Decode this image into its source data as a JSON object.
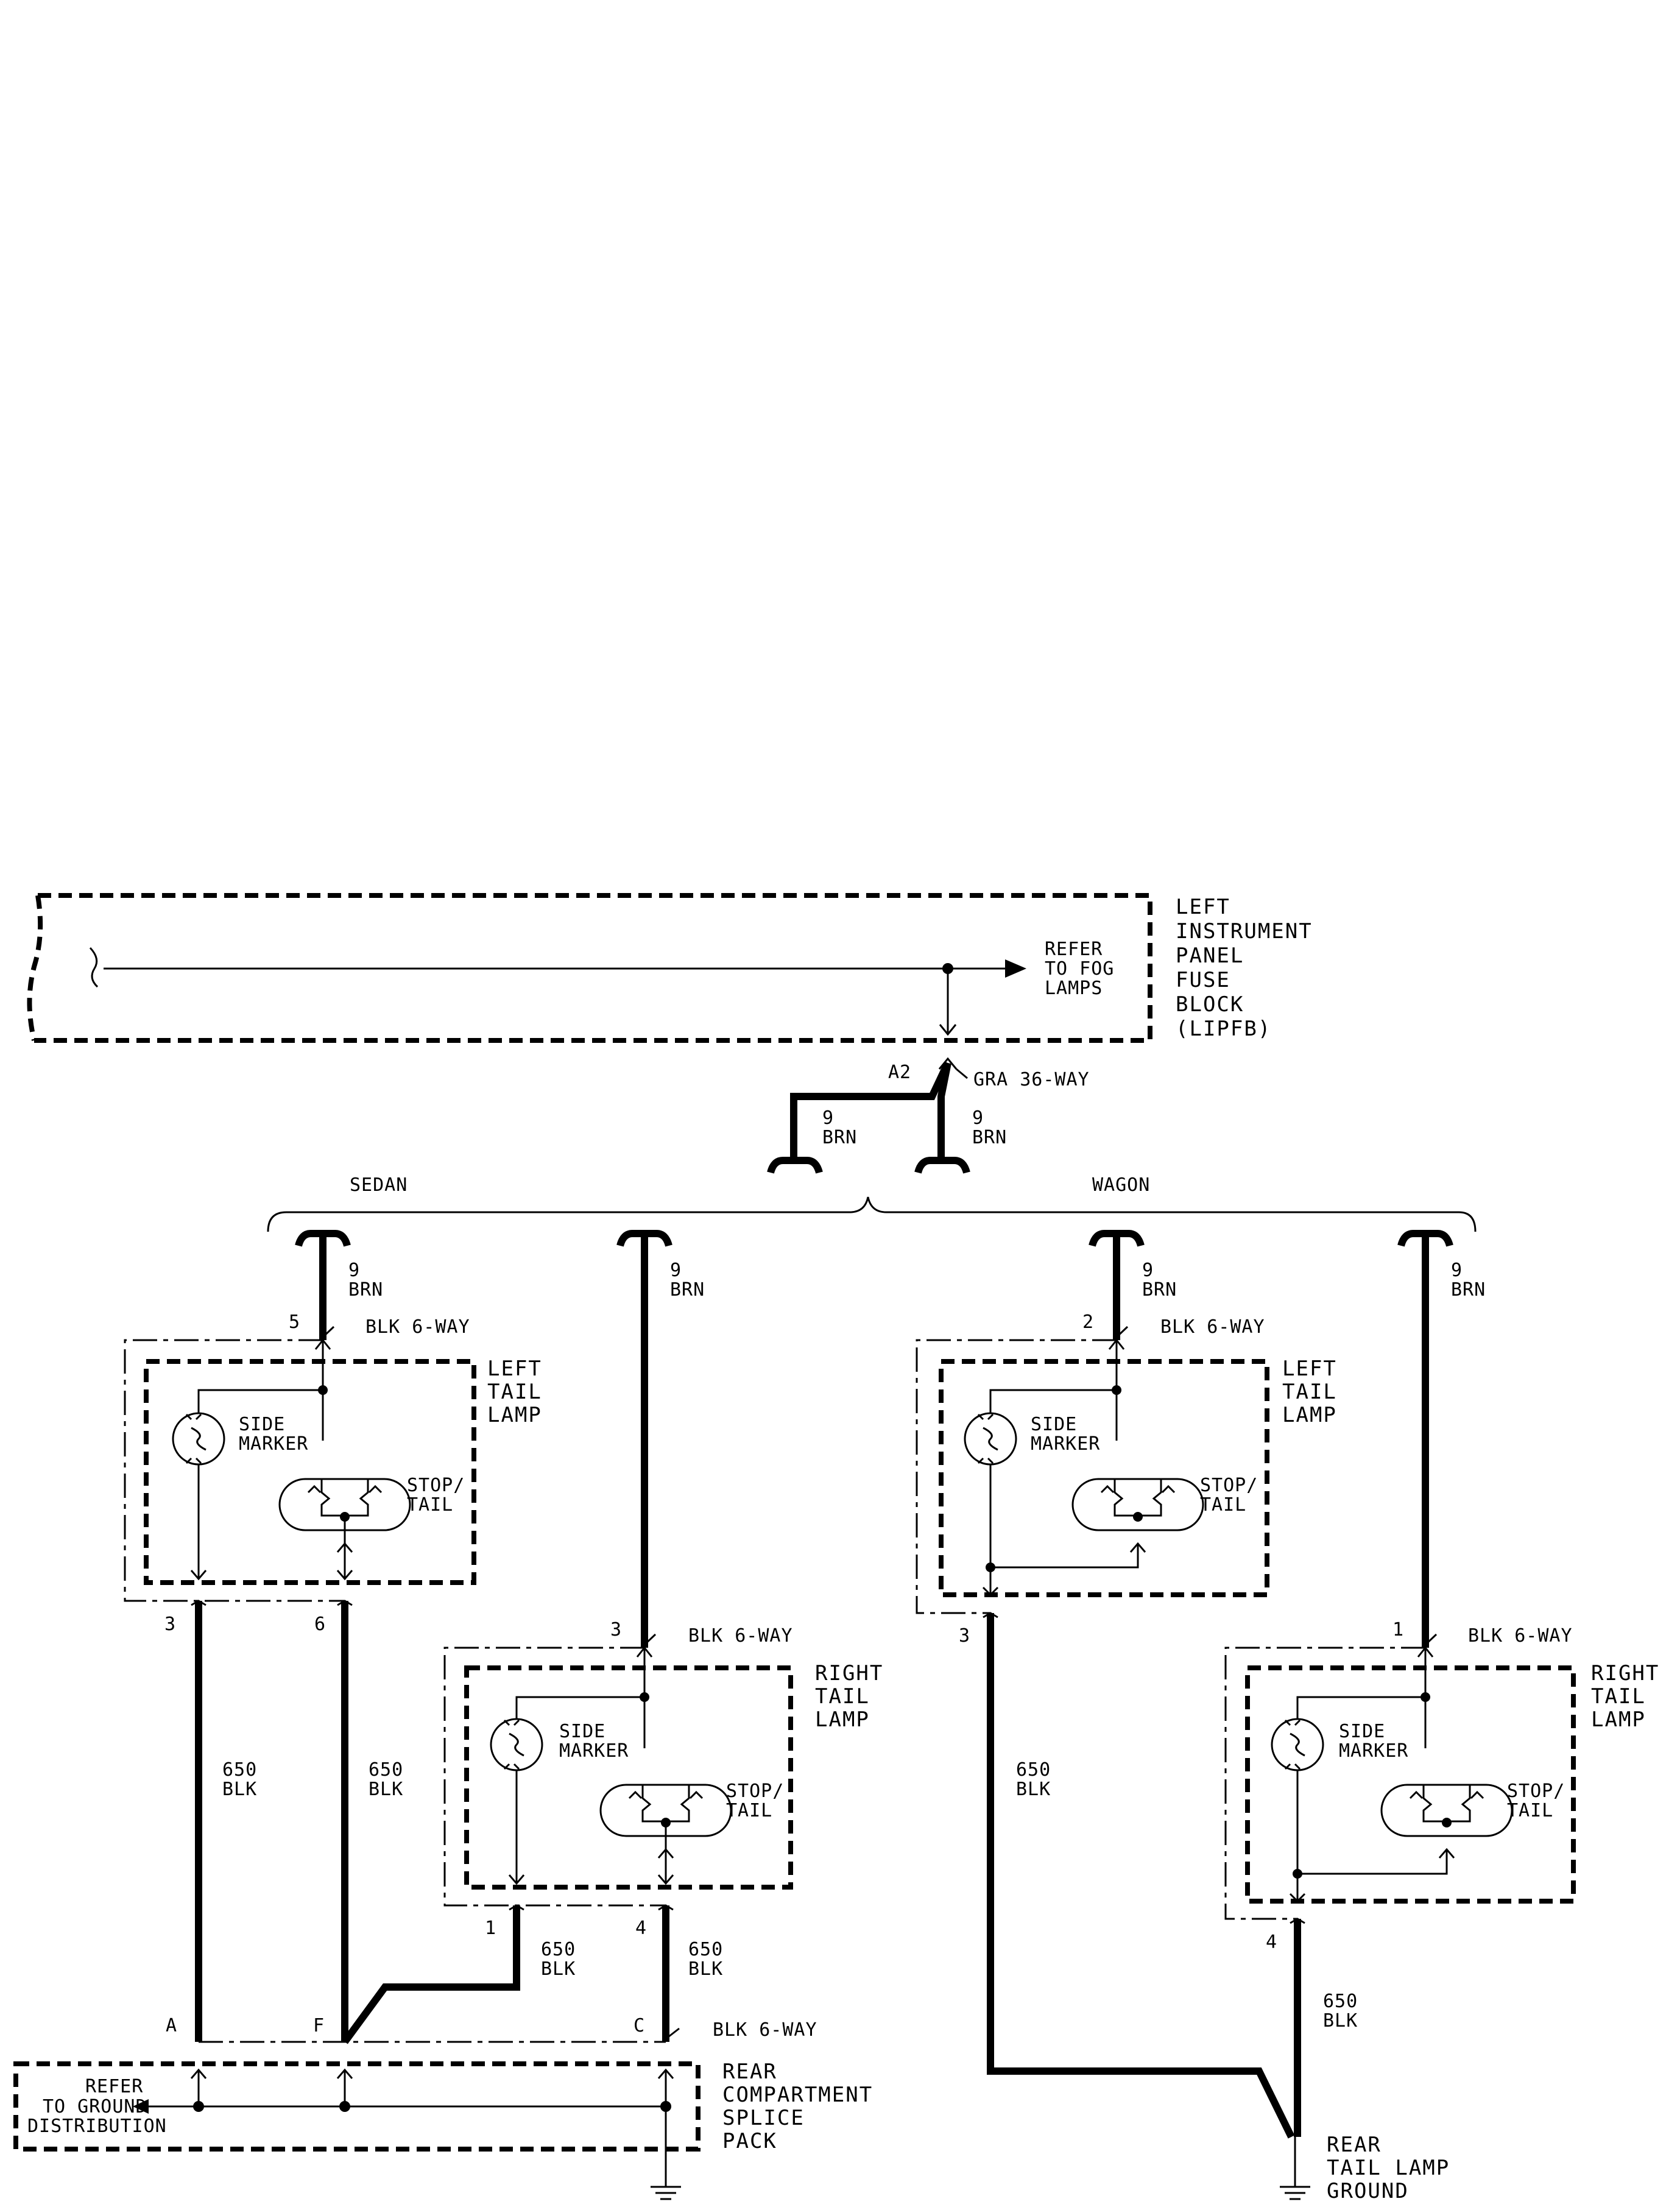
{
  "fuse_block": {
    "label": [
      "LEFT",
      "INSTRUMENT",
      "PANEL",
      "FUSE",
      "BLOCK",
      "(LIPFB)"
    ],
    "refer_fog": [
      "REFER",
      "TO FOG",
      "LAMPS"
    ],
    "pin": "A2",
    "connector": "GRA 36-WAY"
  },
  "wire_9_brn": [
    "9",
    "BRN"
  ],
  "wire_650_blk": [
    "650",
    "BLK"
  ],
  "variants": {
    "sedan": "SEDAN",
    "wagon": "WAGON"
  },
  "connector_blk6": "BLK 6-WAY",
  "lamps": {
    "left_tail": [
      "LEFT",
      "TAIL",
      "LAMP"
    ],
    "right_tail": [
      "RIGHT",
      "TAIL",
      "LAMP"
    ],
    "side_marker": [
      "SIDE",
      "MARKER"
    ],
    "stop_tail": [
      "STOP/",
      "TAIL"
    ]
  },
  "pins": {
    "sedan_left_in": "5",
    "sedan_left_out_a": "3",
    "sedan_left_out_b": "6",
    "sedan_right_in": "3",
    "sedan_right_out_a": "1",
    "sedan_right_out_b": "4",
    "splice_a": "A",
    "splice_f": "F",
    "splice_c": "C",
    "wagon_left_in": "2",
    "wagon_left_out": "3",
    "wagon_right_in": "1",
    "wagon_right_out": "4"
  },
  "splice_pack": {
    "label": [
      "REAR",
      "COMPARTMENT",
      "SPLICE",
      "PACK"
    ],
    "refer": [
      "REFER",
      "TO GROUND",
      "DISTRIBUTION"
    ]
  },
  "ground": {
    "label": [
      "REAR",
      "TAIL LAMP",
      "GROUND"
    ]
  }
}
